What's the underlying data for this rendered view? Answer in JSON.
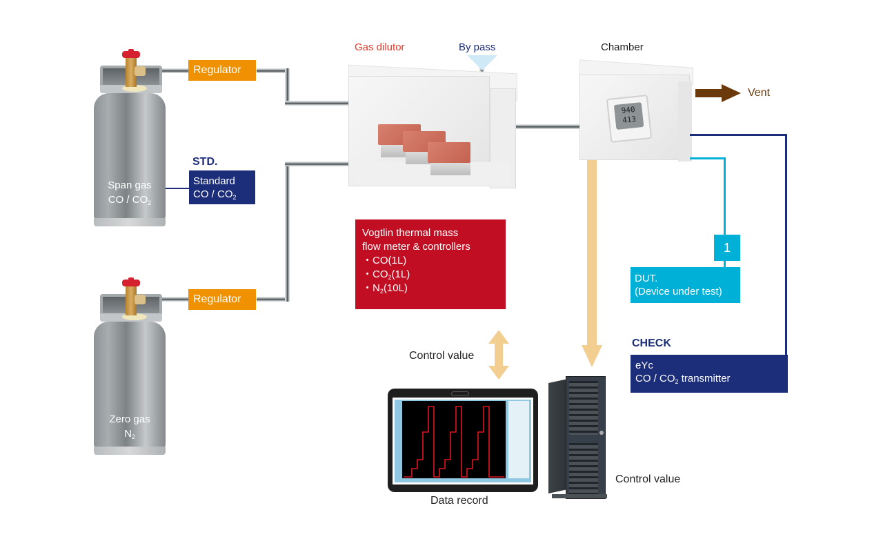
{
  "title_labels": {
    "gas_dilutor": "Gas dilutor",
    "by_pass": "By pass",
    "chamber": "Chamber",
    "vent": "Vent"
  },
  "colors": {
    "regulator": "#ef9100",
    "standard": "#1c2d79",
    "dut": "#00b0d6",
    "mfc_box": "#c20e23",
    "gas_dilutor_label": "#e53b2c",
    "by_pass_label": "#1c2d79",
    "vent_arrow": "#6b3a0c",
    "data_arrow": "#f2cf91"
  },
  "cylinders": [
    {
      "name": "Span gas",
      "gas_main": "CO / CO",
      "gas_sub": "2",
      "regulator": "Regulator"
    },
    {
      "name": "Zero gas",
      "gas_main": "N",
      "gas_sub": "2",
      "regulator": "Regulator"
    }
  ],
  "standard": {
    "heading": "STD.",
    "line1": "Standard",
    "line2_main": "CO / CO",
    "line2_sub": "2"
  },
  "mfc_info": {
    "line1": "Vogtlin thermal mass",
    "line2": "flow meter & controllers",
    "items": [
      {
        "bullet": "・",
        "main": "CO",
        "sub": "",
        "rest": "(1L)"
      },
      {
        "bullet": "・",
        "main": "CO",
        "sub": "2",
        "rest": "(1L)"
      },
      {
        "bullet": "・",
        "main": "N",
        "sub": "2",
        "rest": "(10L)"
      }
    ]
  },
  "chamber_display": {
    "line1": "940",
    "line2": "413"
  },
  "dut": {
    "channel": "1",
    "line1": "DUT.",
    "line2": "(Device under test)"
  },
  "check": {
    "heading": "CHECK",
    "line1": "eYc",
    "line2_main": "CO / CO",
    "line2_sub": "2",
    "line2_rest": " transmitter"
  },
  "control_value_left": "Control value",
  "control_value_right": "Control value",
  "data_record": "Data record"
}
